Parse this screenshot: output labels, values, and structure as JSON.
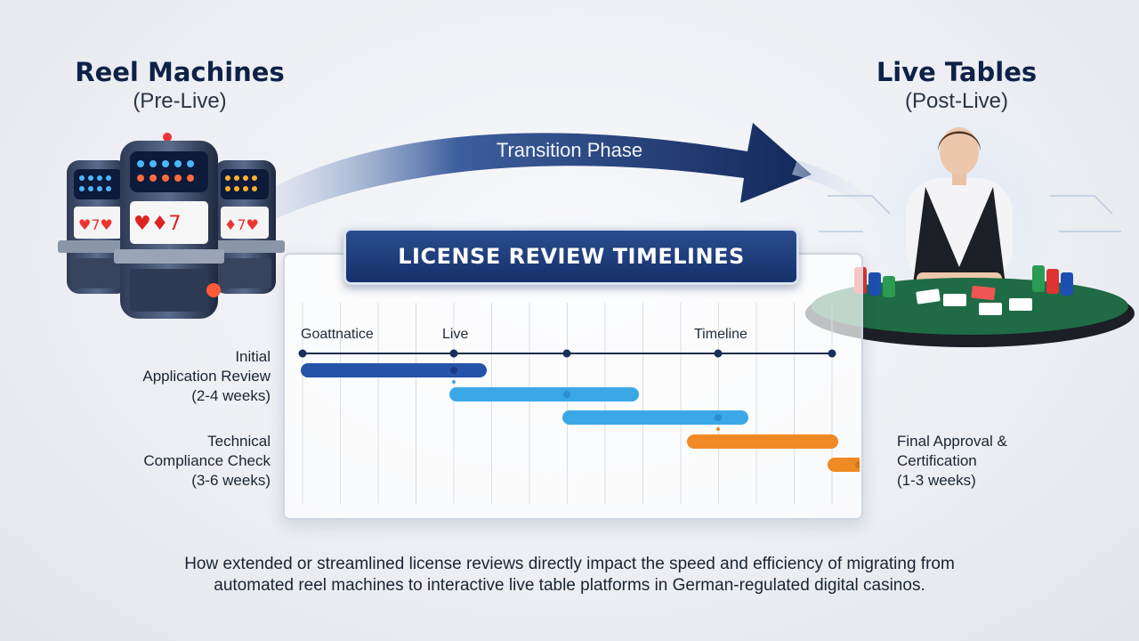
{
  "header": {
    "left_title": "Reel Machines",
    "left_subtitle": "(Pre-Live)",
    "right_title": "Live Tables",
    "right_subtitle": "(Post-Live)"
  },
  "arrow": {
    "label": "Transition Phase"
  },
  "panel": {
    "title": "LICENSE REVIEW TIMELINES",
    "axis_labels": [
      "Goattnatice",
      "Live",
      "Timeline"
    ],
    "rows": [
      {
        "line1": "Initial",
        "line2": "Application Review",
        "line3": "(2-4 weeks)"
      },
      {
        "line1": "Technical",
        "line2": "Compliance Check",
        "line3": "(3-6 weeks)"
      },
      {
        "line1": "Final Approval &",
        "line2": "Certification",
        "line3": "(1-3 weeks)"
      }
    ]
  },
  "caption": {
    "line1": "How extended or streamlined license reviews directly impact the speed and efficiency of migrating from",
    "line2": "automated reel machines to interactive live table platforms in German-regulated digital casinos."
  },
  "colors": {
    "navy": "#16306a",
    "bar_dark_blue": "#2453a8",
    "bar_light_blue": "#3aa8e6",
    "bar_orange": "#f08a24",
    "table_green": "#1f6b45"
  }
}
